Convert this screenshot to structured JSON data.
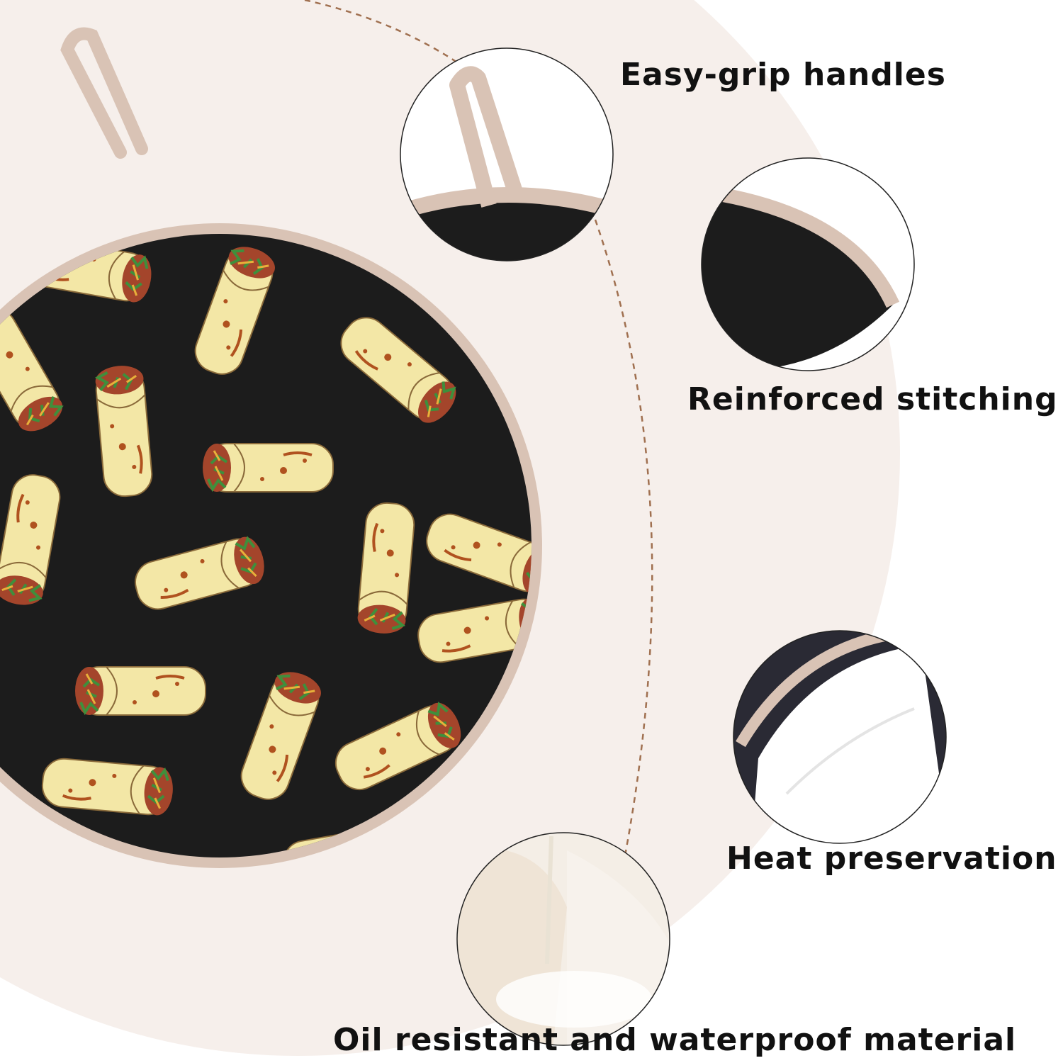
{
  "features": [
    {
      "id": "handles",
      "label": "Easy-grip handles"
    },
    {
      "id": "stitching",
      "label": "Reinforced stitching"
    },
    {
      "id": "heat",
      "label": "Heat preservation"
    },
    {
      "id": "oil",
      "label": "Oil resistant and waterproof material"
    }
  ],
  "colors": {
    "background_arc": "#f6efeb",
    "pad_fabric": "#1c1c1c",
    "binding_trim": "#d9c3b5",
    "tortilla": "#f3e7a6",
    "sauce_spots": "#b0521f",
    "filling_green": "#3f8f3c",
    "filling_red": "#c8434a",
    "dashed_line": "#a07050",
    "label_text": "#111111"
  }
}
